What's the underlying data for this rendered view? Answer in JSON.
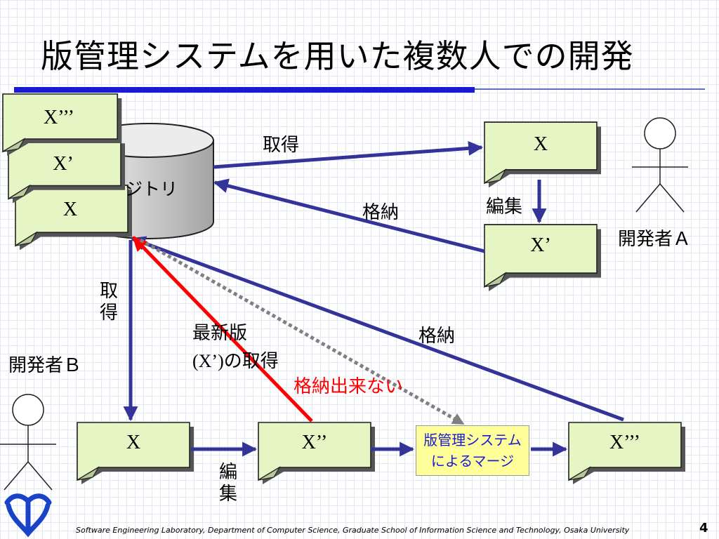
{
  "title": "版管理システムを用いた複数人での開発",
  "repository_label": "ジトリ",
  "repo_stack": [
    "X’’’",
    "X’",
    "X"
  ],
  "developer_a": {
    "label": "開発者Ａ",
    "doc_top": "X",
    "doc_bottom": "X’",
    "edit_label": "編集"
  },
  "developer_b": {
    "label": "開発者Ｂ",
    "docs": [
      "X",
      "X’’",
      "X’’’"
    ],
    "edit_label": "編集"
  },
  "arrows": {
    "acquire_a": "取得",
    "store_a": "格納",
    "acquire_b": "取得",
    "latest_line1": "最新版",
    "latest_line2_paren": "(X’)",
    "latest_line2_text": "の取得",
    "store_b": "格納",
    "cannot_store": "格納出来ない"
  },
  "merge_box": {
    "line1": "版管理システム",
    "line2": "によるマージ"
  },
  "footer": "Software Engineering Laboratory, Department of Computer Science, Graduate School of Information Science and Technology, Osaka University",
  "page_number": "4",
  "colors": {
    "title_rule": "#1a1ad4",
    "arrow_blue": "#33339a",
    "arrow_red": "#ff0000",
    "doc_fill": "#e6f5c4",
    "merge_fill": "#ffff99",
    "merge_text": "#1a1ad4",
    "logo": "#1a44c8"
  }
}
